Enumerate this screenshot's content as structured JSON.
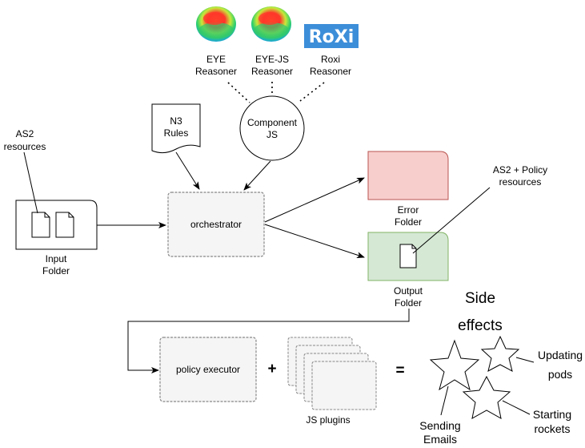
{
  "reasoners": [
    {
      "line1": "EYE",
      "line2": "Reasoner",
      "icon": "eye-logo-icon"
    },
    {
      "line1": "EYE-JS",
      "line2": "Reasoner",
      "icon": "eye-logo-icon"
    },
    {
      "line1": "Roxi",
      "line2": "Reasoner",
      "icon": "roxi-logo-icon"
    }
  ],
  "roxi_logo_text": "RoXi",
  "component": {
    "line1": "Component",
    "line2": "JS"
  },
  "n3_rules": {
    "line1": "N3",
    "line2": "Rules"
  },
  "as2_resources": {
    "line1": "AS2",
    "line2": "resources"
  },
  "input_folder": {
    "line1": "Input",
    "line2": "Folder"
  },
  "orchestrator": "orchestrator",
  "error_folder": {
    "line1": "Error",
    "line2": "Folder"
  },
  "output_folder": {
    "line1": "Output",
    "line2": "Folder"
  },
  "as2_policy": {
    "line1": "AS2 + Policy",
    "line2": "resources"
  },
  "policy_executor": "policy executor",
  "plus_sign": "+",
  "equals_sign": "=",
  "js_plugins": "JS plugins",
  "side_effects": {
    "line1": "Side",
    "line2": "effects"
  },
  "effects": {
    "updating": {
      "line1": "Updating",
      "line2": "pods"
    },
    "starting": {
      "line1": "Starting",
      "line2": "rockets"
    },
    "sending": {
      "line1": "Sending",
      "line2": "Emails"
    }
  },
  "colors": {
    "error_fill": "#f8cecc",
    "error_stroke": "#b85450",
    "output_fill": "#d5e8d4",
    "output_stroke": "#82b366",
    "roxi_blue": "#3d8ed9",
    "cloud_fill": "#f5f5f5",
    "cloud_stroke": "#666666"
  }
}
